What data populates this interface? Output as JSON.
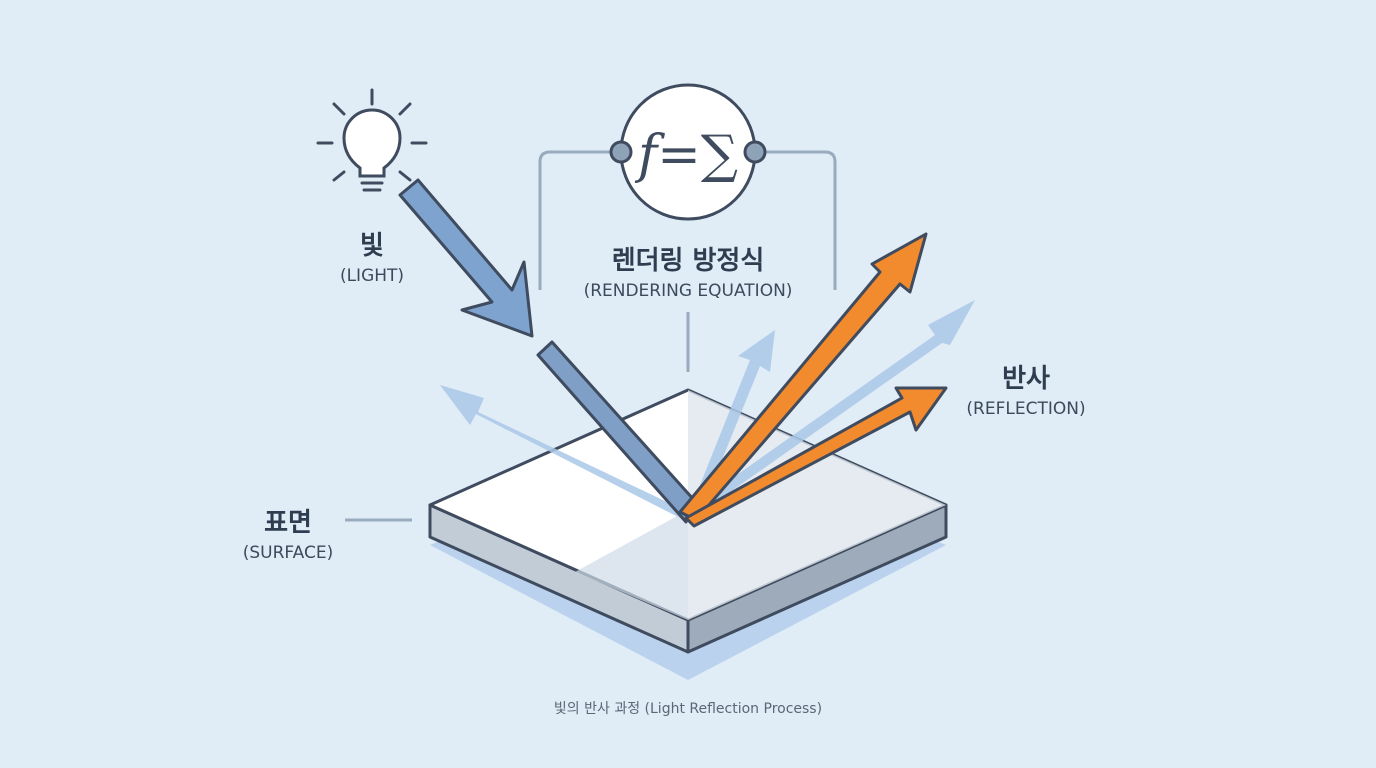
{
  "light": {
    "title_ko": "빛",
    "title_en": "(LIGHT)"
  },
  "equation": {
    "formula": "f=∑",
    "title_ko": "렌더링 방정식",
    "title_en": "(RENDERING EQUATION)"
  },
  "reflection": {
    "title_ko": "반사",
    "title_en": "(REFLECTION)"
  },
  "surface": {
    "title_ko": "표면",
    "title_en": "(SURFACE)"
  },
  "caption": "빛의 반사 과정 (Light Reflection Process)",
  "colors": {
    "background": "#e0ecf6",
    "outline": "#3f4b5e",
    "orange": "#f28a2e",
    "blue": "#7ea3cf",
    "light_blue": "#a9c8e8"
  }
}
